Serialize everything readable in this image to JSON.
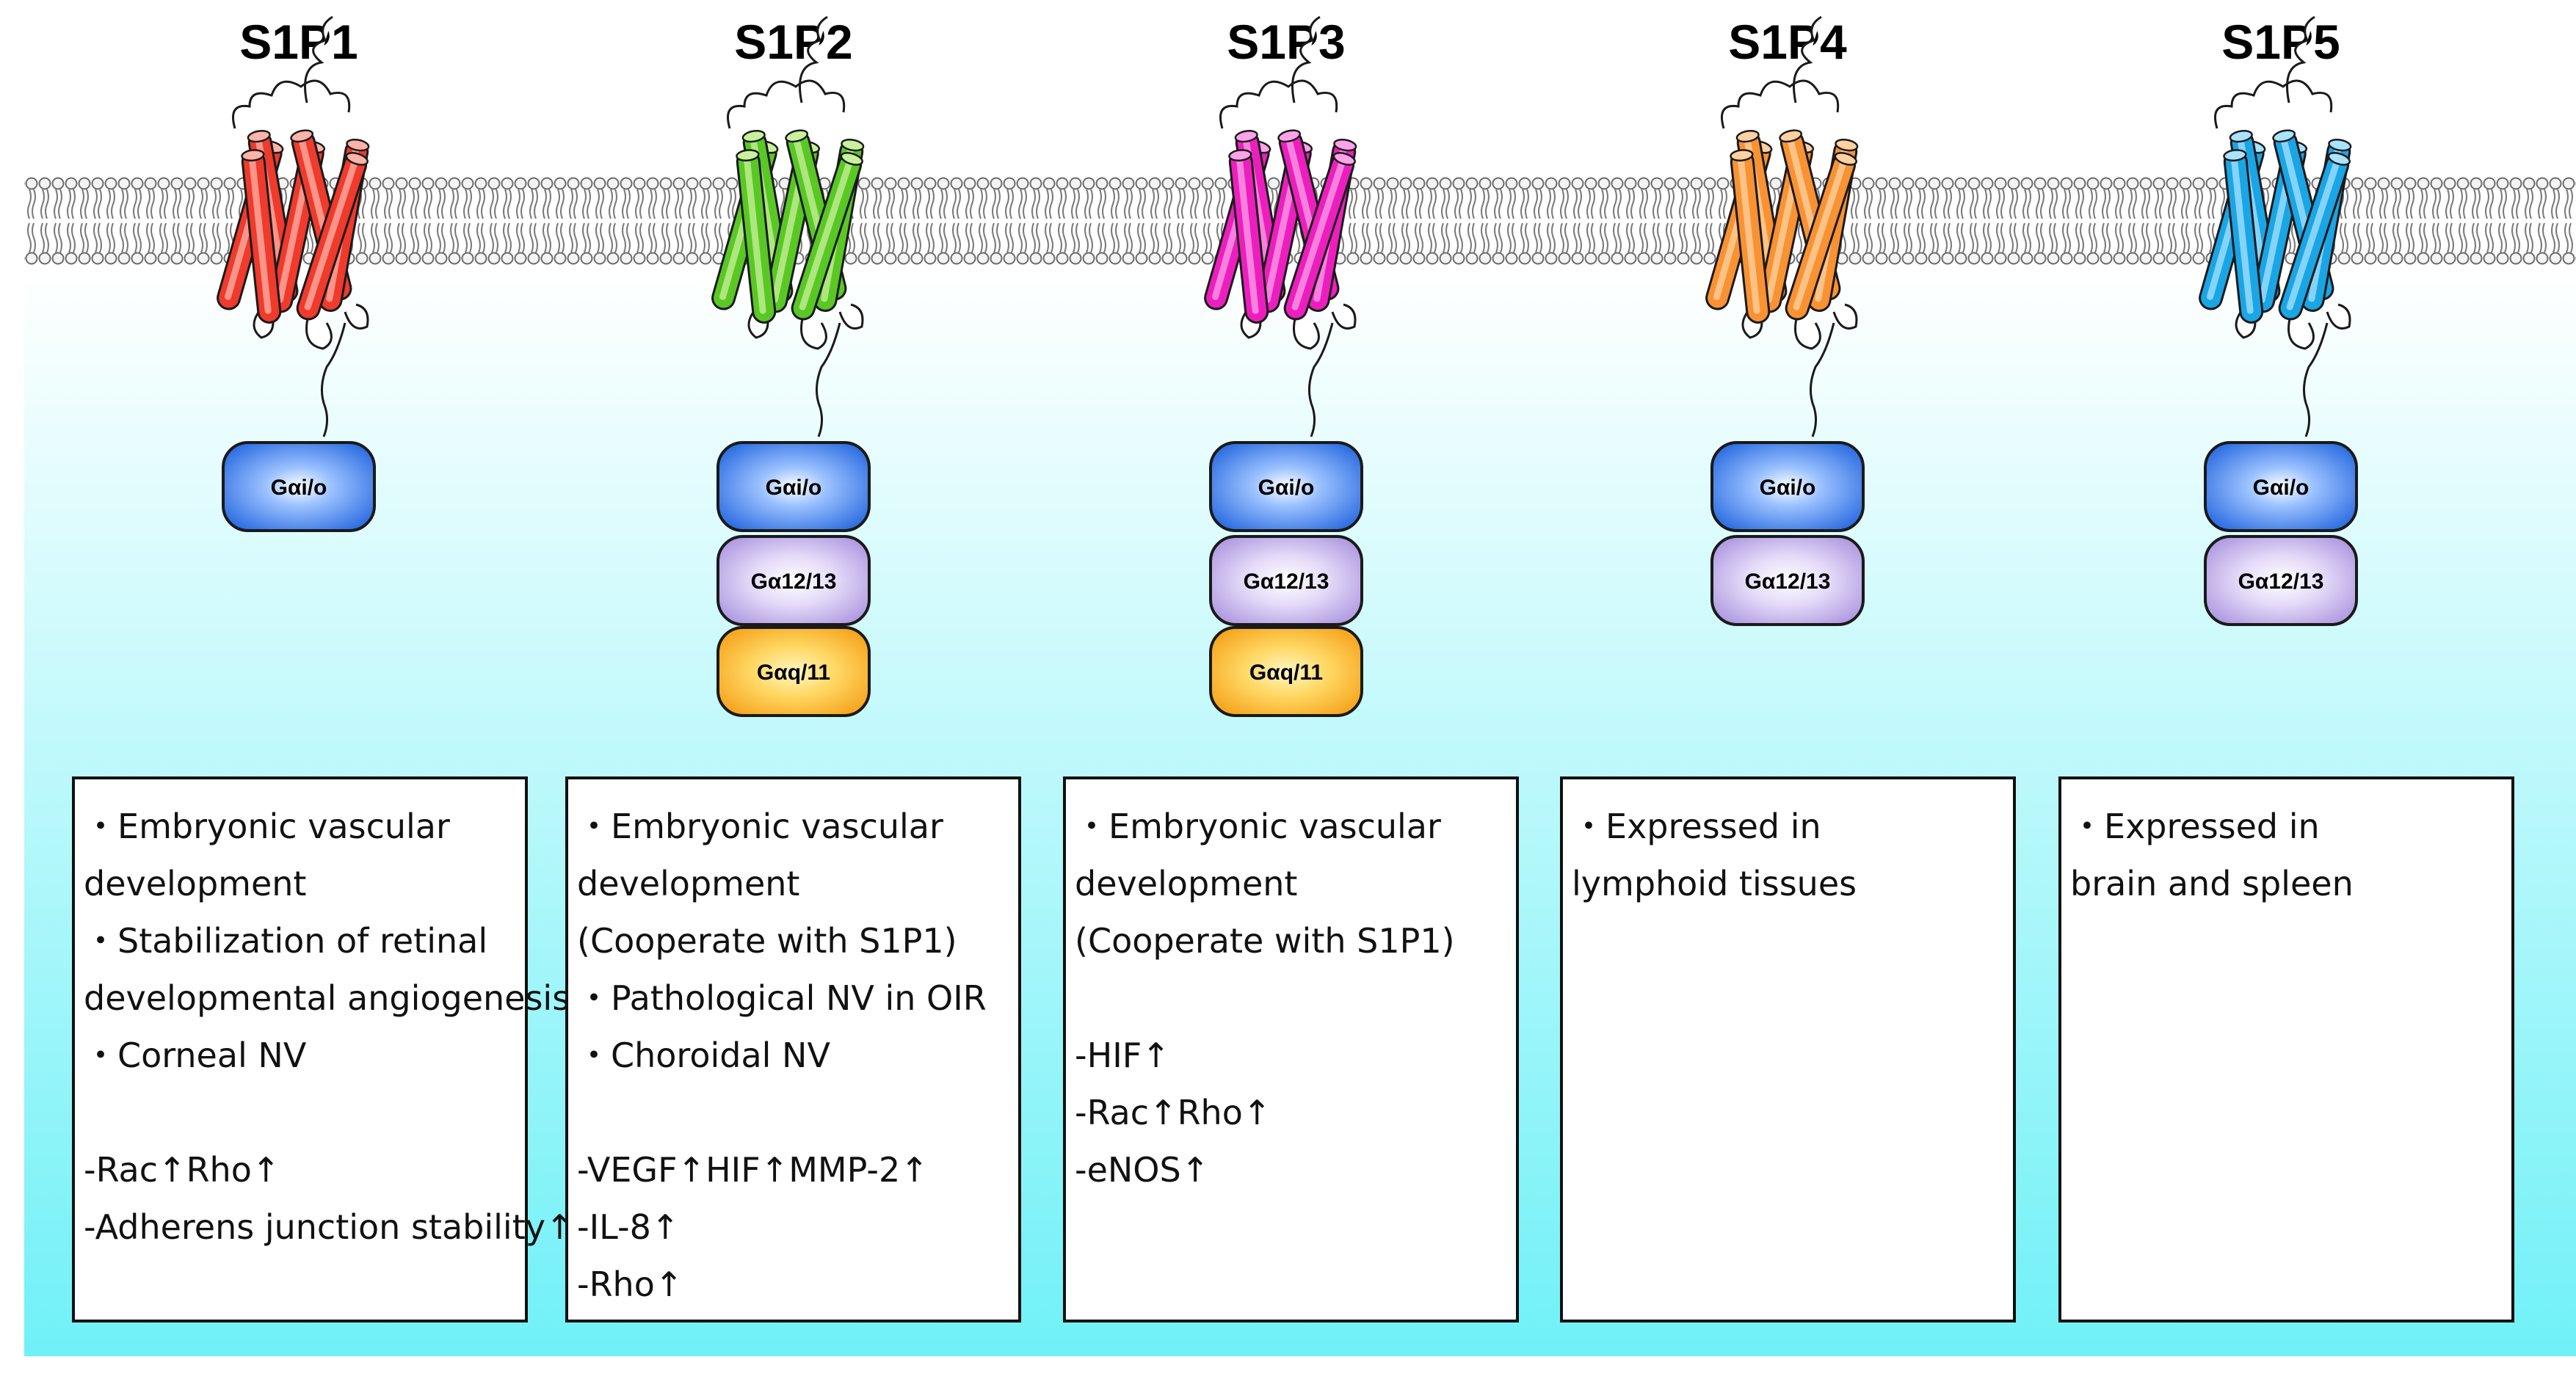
{
  "colors": {
    "background_top": "#ffffff",
    "background_bottom": "#6ff1f7",
    "membrane_head_fill": "#f4f4f4",
    "membrane_head_stroke": "#6b6b6b",
    "gi_fill": "#3b7be6",
    "g12_fill": "#c7b5ec",
    "gq_fill": "#f8b52a"
  },
  "receptors": [
    {
      "id": "s1p1",
      "title": "S1P1",
      "color": "#ef3a2c",
      "color_light": "#ffb3a8",
      "g_proteins": [
        "Gαi/o"
      ],
      "description": [
        "・Embryonic vascular",
        "development",
        "・Stabilization of retinal",
        "developmental angiogenesis",
        "・Corneal NV",
        "",
        "-Rac↑Rho↑",
        "-Adherens junction stability↑"
      ]
    },
    {
      "id": "s1p2",
      "title": "S1P2",
      "color": "#59c825",
      "color_light": "#c9f19b",
      "g_proteins": [
        "Gαi/o",
        "Gα12/13",
        "Gαq/11"
      ],
      "description": [
        "・Embryonic vascular",
        "development",
        "(Cooperate with S1P1)",
        "・Pathological NV in OIR",
        "・Choroidal NV",
        "",
        "-VEGF↑HIF↑MMP-2↑",
        "-IL-8↑",
        "-Rho↑"
      ]
    },
    {
      "id": "s1p3",
      "title": "S1P3",
      "color": "#ec1fbe",
      "color_light": "#ffa2ea",
      "g_proteins": [
        "Gαi/o",
        "Gα12/13",
        "Gαq/11"
      ],
      "description": [
        "・Embryonic vascular",
        "development",
        "(Cooperate with S1P1)",
        "",
        "-HIF↑",
        "-Rac↑Rho↑",
        "-eNOS↑"
      ]
    },
    {
      "id": "s1p4",
      "title": "S1P4",
      "color": "#f99233",
      "color_light": "#ffd1a1",
      "g_proteins": [
        "Gαi/o",
        "Gα12/13"
      ],
      "description": [
        "・Expressed in",
        "lymphoid tissues"
      ]
    },
    {
      "id": "s1p5",
      "title": "S1P5",
      "color": "#1aa5e5",
      "color_light": "#a8e4ff",
      "g_proteins": [
        "Gαi/o",
        "Gα12/13"
      ],
      "description": [
        "・Expressed in",
        "brain and spleen"
      ]
    }
  ]
}
